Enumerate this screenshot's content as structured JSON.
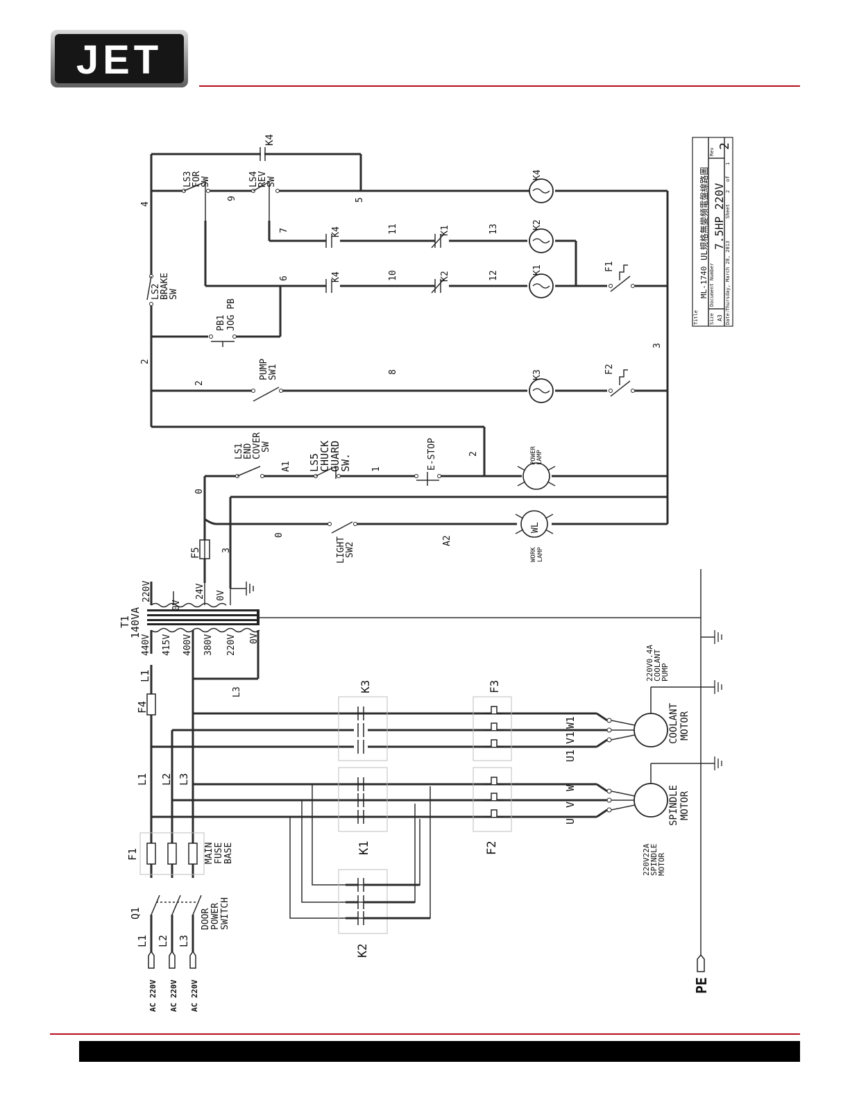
{
  "brand": {
    "logo_text": "JET",
    "colors": {
      "rule": "#b30d1c",
      "bar": "#000000",
      "wire": "#2b2b2b"
    }
  },
  "title_block": {
    "title_label": "Title",
    "title": "ML-1740",
    "title_cn": "UL規格無變頻電盤線路圖",
    "size_label": "Size",
    "size": "A3",
    "docnum_label": "Document Number",
    "docnum": "7.5HP 220V",
    "rev_label": "Rev",
    "rev": "2",
    "date_label": "Date:",
    "date": "Thursday, March 28, 2013",
    "sheet_label": "Sheet",
    "sheet": "2",
    "of_label": "of",
    "of": "1"
  },
  "control": {
    "k4_top": "K4",
    "ls3": [
      "LS3",
      "FOR",
      "SW"
    ],
    "ls4": [
      "LS4",
      "REV",
      "SW"
    ],
    "ls2": [
      "LS2",
      "BRAKE",
      "SW"
    ],
    "pb1": [
      "PB1",
      "JOG PB"
    ],
    "pump_sw": [
      "PUMP",
      "SW1"
    ],
    "ls1": [
      "LS1",
      "END",
      "COVER",
      "SW"
    ],
    "ls5": [
      "LS5",
      "CHUCK",
      "GUARD",
      "SW."
    ],
    "estop": "E-STOP",
    "light_sw": [
      "LIGHT",
      "SW2"
    ],
    "coil_k4": "K4",
    "coil_k2": "K2",
    "coil_k1": "K1",
    "coil_k3": "K3",
    "contact_k4a": "K4",
    "contact_k4b": "K4",
    "contact_k1": "K1",
    "contact_k2": "K2",
    "ol_f1": "F1",
    "ol_f2": "F2",
    "power_lamp": [
      "POWER",
      "LAMP"
    ],
    "work_lamp": [
      "WORK",
      "LAMP"
    ],
    "wl": "WL",
    "f5": "F5",
    "wires": {
      "n4": "4",
      "n9": "9",
      "n5": "5",
      "n7": "7",
      "n11": "11",
      "n13": "13",
      "n6": "6",
      "n10": "10",
      "n12": "12",
      "n2a": "2",
      "n2b": "2",
      "n8": "8",
      "n3": "3",
      "n0a": "0",
      "a1": "A1",
      "n1": "1",
      "n2c": "2",
      "n0b": "0",
      "a2": "A2",
      "n3b": "3"
    }
  },
  "transformer": {
    "name": "T1",
    "rating": "140VA",
    "sec": [
      "220V",
      "0V",
      "24V",
      "0V"
    ],
    "pri": [
      "440V",
      "415V",
      "400V",
      "380V",
      "220V",
      "0V"
    ]
  },
  "power": {
    "l1_top": "L1",
    "l3_top": "L3",
    "f4": "F4",
    "k3": "K3",
    "f3": "F3",
    "k1": "K1",
    "f2": "F2",
    "k2": "K2",
    "mid_lines": [
      "L1",
      "L2",
      "L3"
    ],
    "f1": "F1",
    "main_fuse": [
      "MAIN",
      "FUSE",
      "BASE"
    ],
    "q1": "Q1",
    "door_switch": [
      "DOOR",
      "POWER",
      "SWITCH"
    ],
    "in_lines": [
      "L1",
      "L2",
      "L3"
    ],
    "supply": [
      "AC 220V",
      "AC 220V",
      "AC 220V"
    ],
    "coolant_terms": [
      "U1",
      "V1",
      "W1"
    ],
    "spindle_terms": [
      "U",
      "V",
      "W"
    ],
    "coolant_motor": [
      "COOLANT",
      "MOTOR"
    ],
    "coolant_rating": [
      "220V0.4A",
      "COOLANT",
      "PUMP"
    ],
    "spindle_motor": [
      "SPINDLE",
      "MOTOR"
    ],
    "spindle_rating": [
      "220V22A",
      "SPINDLE",
      "MOTOR"
    ],
    "pe": "PE"
  }
}
